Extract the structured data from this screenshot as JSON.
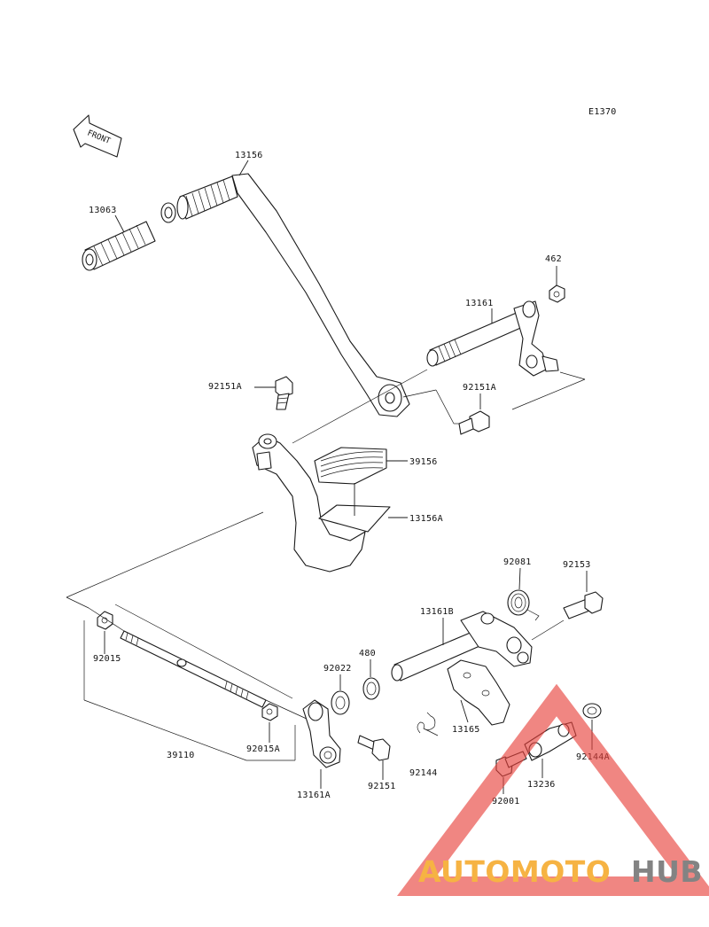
{
  "diagram": {
    "ref_code": "E1370",
    "front_arrow_label": "FRONT",
    "parts": [
      {
        "id": "13156",
        "label": "13156"
      },
      {
        "id": "13063",
        "label": "13063"
      },
      {
        "id": "462",
        "label": "462"
      },
      {
        "id": "13161",
        "label": "13161"
      },
      {
        "id": "92151A_left",
        "label": "92151A"
      },
      {
        "id": "92151A_right",
        "label": "92151A"
      },
      {
        "id": "39156",
        "label": "39156"
      },
      {
        "id": "13156A",
        "label": "13156A"
      },
      {
        "id": "92081",
        "label": "92081"
      },
      {
        "id": "92153",
        "label": "92153"
      },
      {
        "id": "13161B",
        "label": "13161B"
      },
      {
        "id": "480",
        "label": "480"
      },
      {
        "id": "92022",
        "label": "92022"
      },
      {
        "id": "92015",
        "label": "92015"
      },
      {
        "id": "13165",
        "label": "13165"
      },
      {
        "id": "92144",
        "label": "92144"
      },
      {
        "id": "92144A",
        "label": "92144A"
      },
      {
        "id": "39110",
        "label": "39110"
      },
      {
        "id": "92015A",
        "label": "92015A"
      },
      {
        "id": "92151",
        "label": "92151"
      },
      {
        "id": "13161A",
        "label": "13161A"
      },
      {
        "id": "13236",
        "label": "13236"
      },
      {
        "id": "92001",
        "label": "92001"
      }
    ]
  },
  "watermark": {
    "text_part1": "AUTOMOTO",
    "text_part2": "HUB",
    "color_orange": "#f5a623",
    "color_red": "#e8413c",
    "color_gray": "#6e6e6e"
  }
}
